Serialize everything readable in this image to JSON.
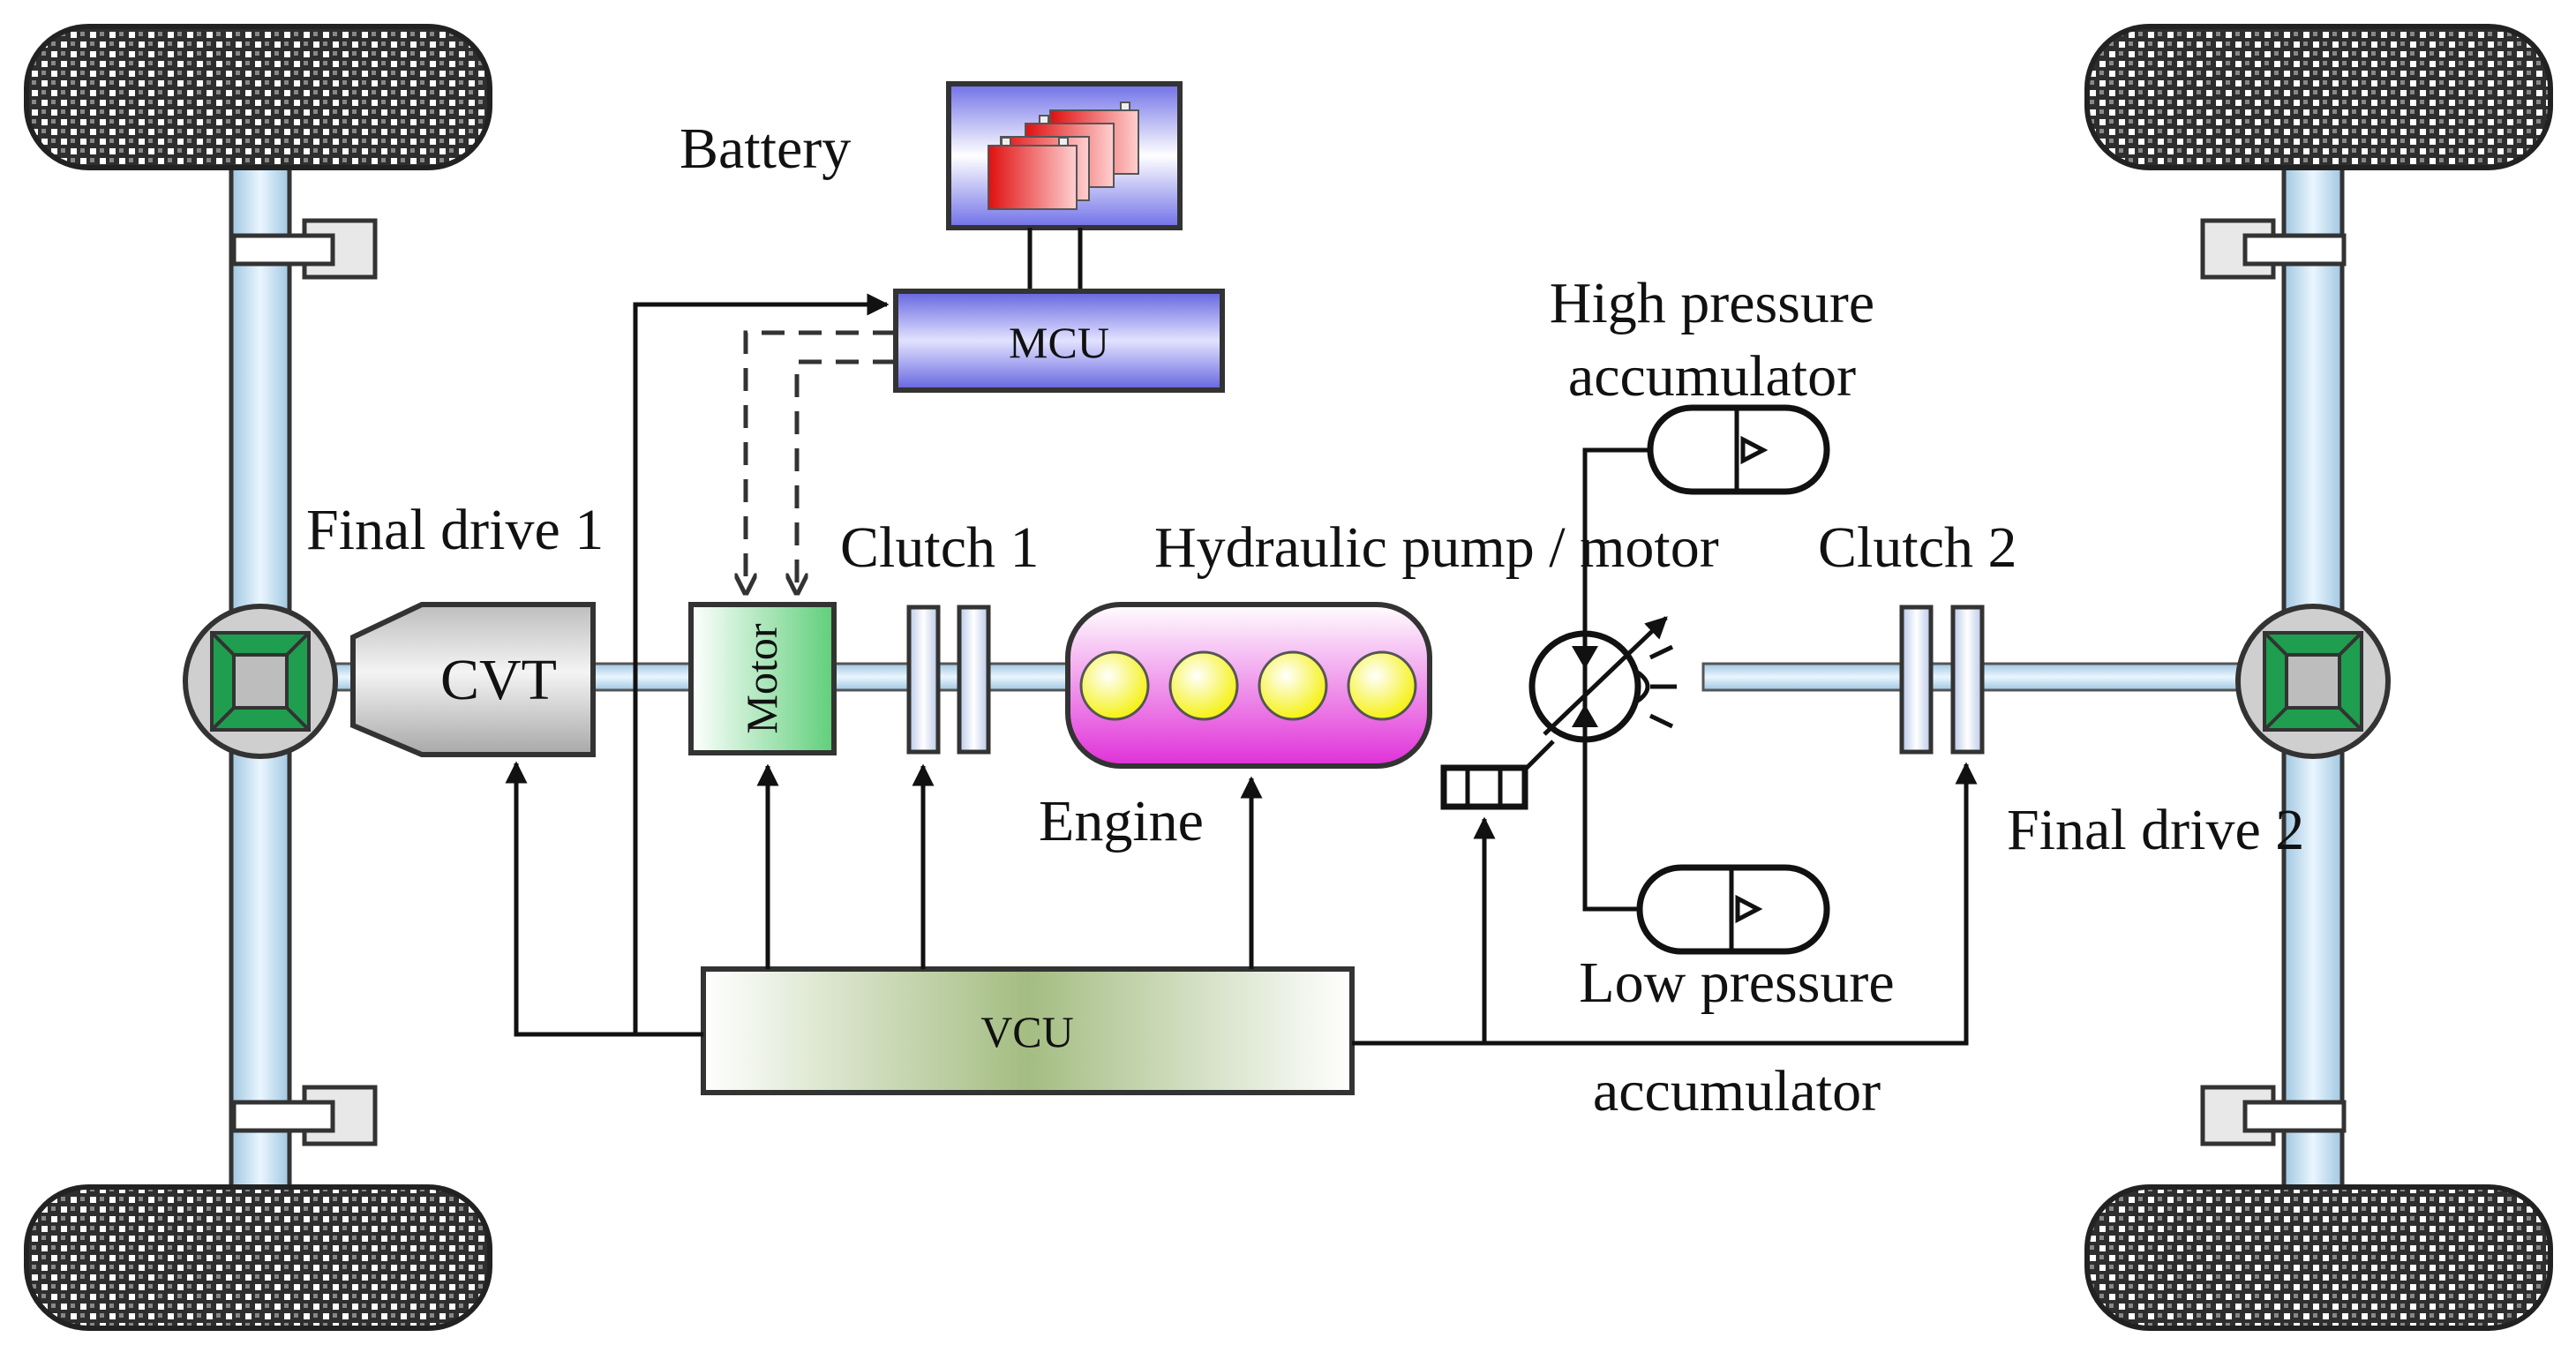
{
  "labels": {
    "battery": "Battery",
    "mcu": "MCU",
    "high_pressure_line1": "High pressure",
    "high_pressure_line2": "accumulator",
    "final_drive_1": "Final drive 1",
    "clutch_1": "Clutch 1",
    "hydraulic_pump_motor": "Hydraulic pump / motor",
    "clutch_2": "Clutch 2",
    "cvt": "CVT",
    "motor": "Motor",
    "engine": "Engine",
    "final_drive_2": "Final drive 2",
    "low_pressure_line1": "Low pressure",
    "low_pressure_line2": "accumulator",
    "vcu": "VCU"
  },
  "colors": {
    "tire": "#3a3a3a",
    "axle": "#cfe6f5",
    "shaft": "#b9dcf2",
    "final_drive_green": "#1e9e4e",
    "mcu_fill": "#8080e8",
    "battery_cell": "#e02020",
    "motor_fill": "#8fdc9f",
    "engine_fill": "#e040d8",
    "cylinder": "#ffff90",
    "vcu_fill": "#a8c088"
  },
  "icons": {
    "wheels": "tire-tread-icon",
    "final_drive": "differential-icon",
    "battery_cells": "battery-cell-icon",
    "pump_motor": "variable-displacement-pump-icon",
    "valve": "control-valve-icon",
    "accumulator": "accumulator-icon"
  }
}
